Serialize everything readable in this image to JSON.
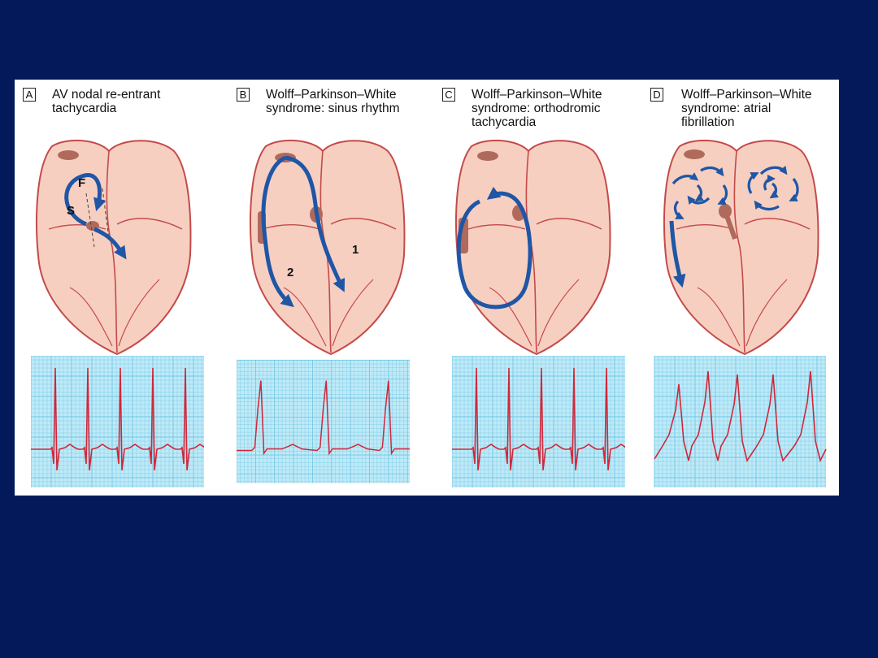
{
  "colors": {
    "background": "#03195a",
    "heart_fill": "#f7cfc0",
    "heart_outline": "#c44a4a",
    "node": "#b06a5c",
    "arrow": "#1f56a6",
    "ecg_grid_bg": "#bfeaf7",
    "ecg_grid_line": "#6fc6e6",
    "ecg_trace": "#d0273a"
  },
  "panels": [
    {
      "letter": "A",
      "title_lines": [
        "AV nodal re-entrant",
        "tachycardia"
      ],
      "labels": {
        "fast": "F",
        "slow": "S"
      },
      "ecg_rhythm": "narrow-complex regular tachycardia"
    },
    {
      "letter": "B",
      "title_lines": [
        "Wolff–Parkinson–White",
        "syndrome: sinus rhythm"
      ],
      "labels": {
        "path1": "1",
        "path2": "2"
      },
      "ecg_rhythm": "sinus rhythm with delta wave"
    },
    {
      "letter": "C",
      "title_lines": [
        "Wolff–Parkinson–White",
        "syndrome: orthodromic",
        "tachycardia"
      ],
      "labels": {},
      "ecg_rhythm": "narrow-complex regular tachycardia"
    },
    {
      "letter": "D",
      "title_lines": [
        "Wolff–Parkinson–White",
        "syndrome: atrial",
        "fibrillation"
      ],
      "labels": {},
      "ecg_rhythm": "irregular broad-complex"
    }
  ]
}
